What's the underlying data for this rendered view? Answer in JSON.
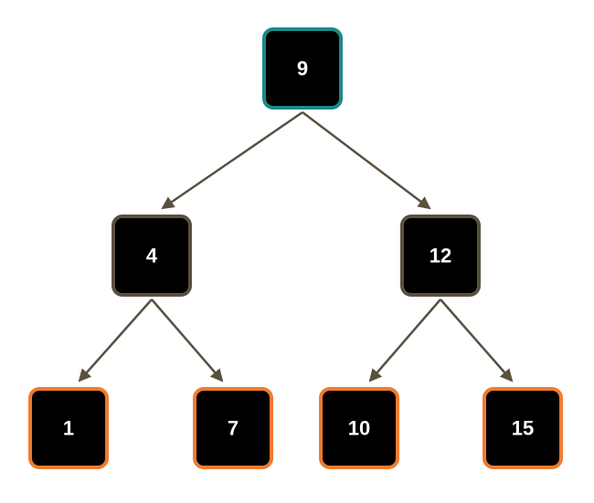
{
  "colors": {
    "root_border": "#1a8a8a",
    "inner_border": "#5a5040",
    "leaf_border": "#f07a30",
    "edge": "#5a5040",
    "node_fill": "#000000",
    "text": "#ffffff"
  },
  "tree": {
    "nodes": [
      {
        "id": "n9",
        "label": "9",
        "kind": "root"
      },
      {
        "id": "n4",
        "label": "4",
        "kind": "inner"
      },
      {
        "id": "n12",
        "label": "12",
        "kind": "inner"
      },
      {
        "id": "n1",
        "label": "1",
        "kind": "leaf"
      },
      {
        "id": "n7",
        "label": "7",
        "kind": "leaf"
      },
      {
        "id": "n10",
        "label": "10",
        "kind": "leaf"
      },
      {
        "id": "n15",
        "label": "15",
        "kind": "leaf"
      }
    ],
    "edges": [
      {
        "from": "n9",
        "to": "n4"
      },
      {
        "from": "n9",
        "to": "n12"
      },
      {
        "from": "n4",
        "to": "n1"
      },
      {
        "from": "n4",
        "to": "n7"
      },
      {
        "from": "n12",
        "to": "n10"
      },
      {
        "from": "n12",
        "to": "n15"
      }
    ]
  }
}
